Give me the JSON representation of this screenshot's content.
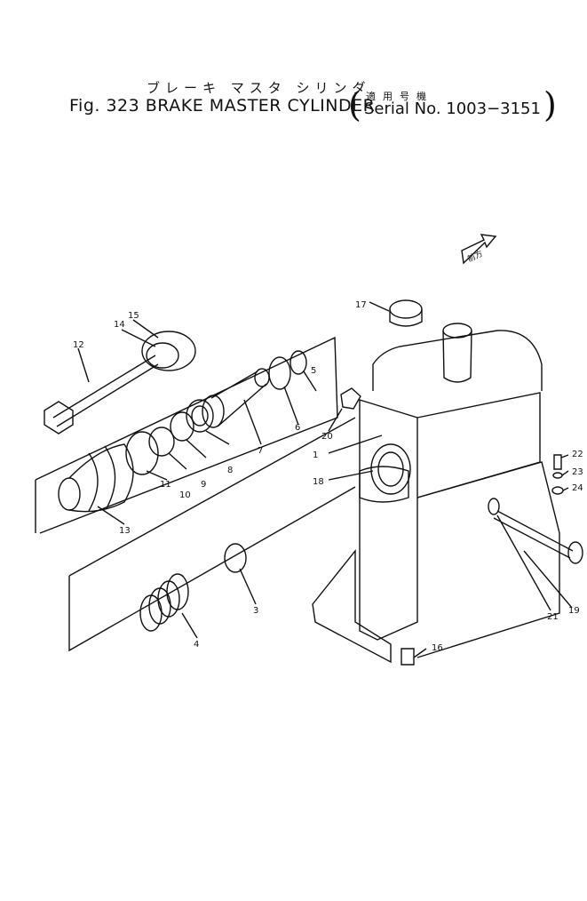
{
  "title": {
    "japanese": "ブレーキ マスタ シリンダ",
    "main": "Fig. 323 BRAKE MASTER CYLINDER",
    "applicable_jp": "適用号機",
    "serial": "Serial No. 1003−3151"
  },
  "direction_arrow": {
    "label": "前方"
  },
  "callouts": [
    "1",
    "3",
    "4",
    "5",
    "6",
    "7",
    "8",
    "9",
    "10",
    "11",
    "12",
    "13",
    "14",
    "15",
    "16",
    "17",
    "18",
    "19",
    "20",
    "21",
    "22",
    "23",
    "24"
  ]
}
